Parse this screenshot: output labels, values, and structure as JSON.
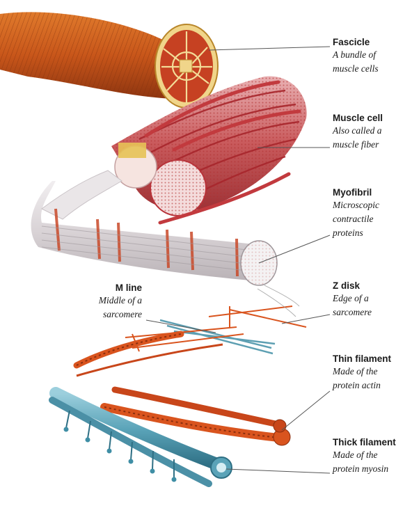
{
  "labels": {
    "fascicle": {
      "title": "Fascicle",
      "desc1": "A bundle of",
      "desc2": "muscle cells"
    },
    "muscle_cell": {
      "title": "Muscle cell",
      "desc1": "Also called a",
      "desc2": "muscle fiber"
    },
    "myofibril": {
      "title": "Myofibril",
      "desc1": "Microscopic",
      "desc2": "contractile",
      "desc3": "proteins"
    },
    "m_line": {
      "title": "M line",
      "desc1": "Middle of a",
      "desc2": "sarcomere"
    },
    "z_disk": {
      "title": "Z disk",
      "desc1": "Edge of a",
      "desc2": "sarcomere"
    },
    "thin_filament": {
      "title": "Thin filament",
      "desc1": "Made of the",
      "desc2": "protein actin"
    },
    "thick_filament": {
      "title": "Thick filament",
      "desc1": "Made of the",
      "desc2": "protein myosin"
    }
  },
  "colors": {
    "fascicle": "#c8561a",
    "muscle_cell": "#c64a4a",
    "myofibril_band": "#c94a2a",
    "myofibril_light": "#e9e4e6",
    "thin_filament": "#d9541e",
    "thick_filament": "#3f8ea5",
    "leader_line": "#555555"
  }
}
